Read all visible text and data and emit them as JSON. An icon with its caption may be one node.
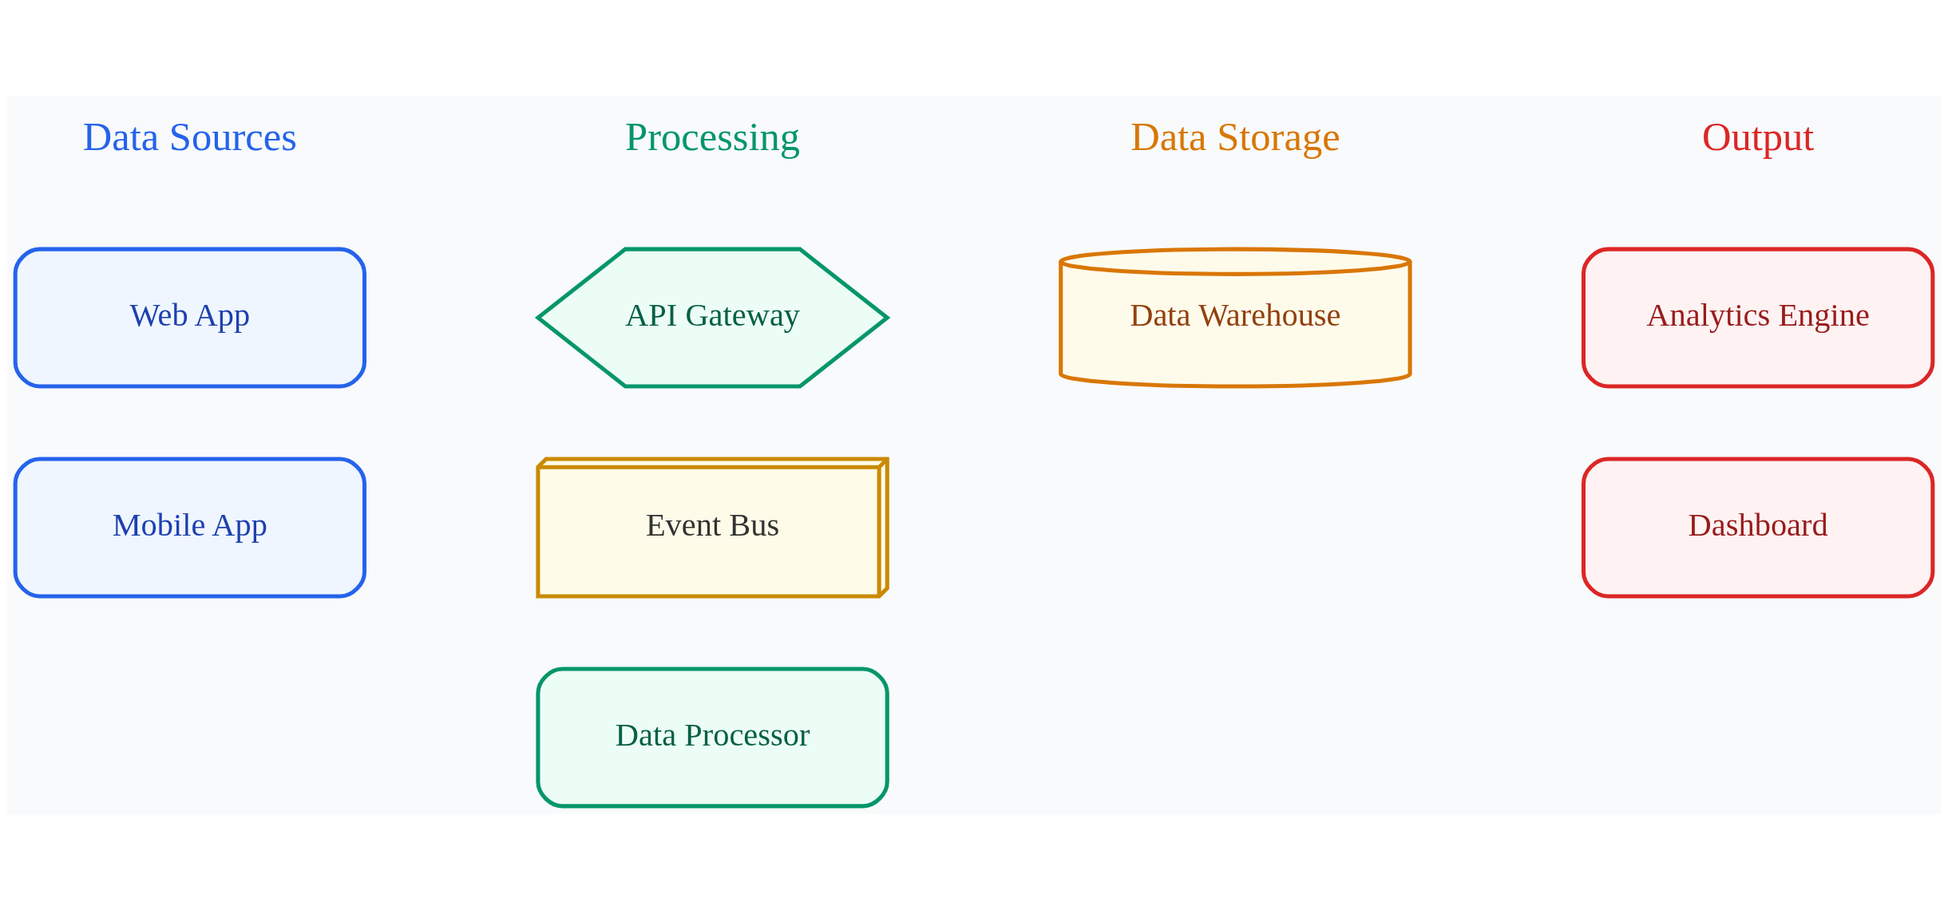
{
  "diagram": {
    "nodes": [
      {
        "text": [
          "Web App"
        ]
      },
      {
        "text": [
          "Mobile App"
        ]
      },
      {
        "text": [
          "API Gateway"
        ]
      },
      {
        "text": [
          "Event Bus"
        ]
      },
      {
        "text": [
          "Data Processor"
        ]
      },
      {
        "text": [
          "Data Warehouse"
        ]
      },
      {
        "text": [
          "Analytics Engine"
        ]
      },
      {
        "text": [
          "Dashboard"
        ]
      }
    ],
    "edges": [],
    "labels": [
      "Data Sources",
      "Processing",
      "Data Storage",
      "Output"
    ]
  }
}
